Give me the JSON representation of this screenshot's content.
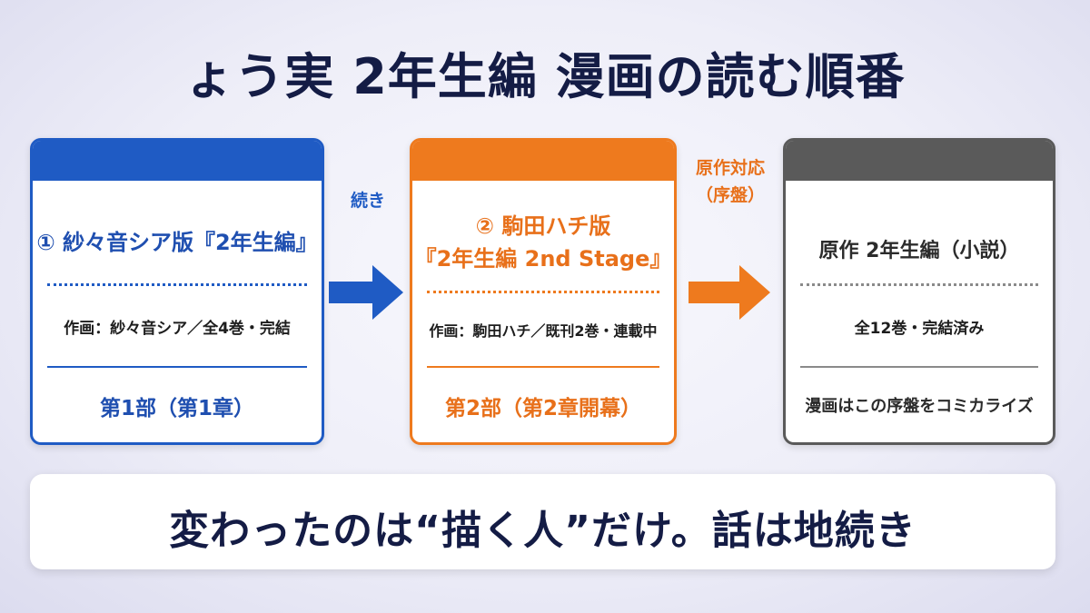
{
  "title": "ょう実 2年生編 漫画の読む順番",
  "cards": [
    {
      "title": "① 紗々音シア版『2年生編』",
      "info": "作画：紗々音シア／全4巻・完結",
      "footer": "第1部（第1章）",
      "color": "#1f5bc4"
    },
    {
      "title_line1": "② 駒田ハチ版",
      "title_line2": "『2年生編 2nd Stage』",
      "info": "作画：駒田ハチ／既刊2巻・連載中",
      "footer": "第2部（第2章開幕）",
      "color": "#ee7a1e"
    },
    {
      "title": "原作 2年生編（小説）",
      "info": "全12巻・完結済み",
      "footer": "漫画はこの序盤をコミカライズ",
      "color": "#5a5a5a"
    }
  ],
  "arrows": [
    {
      "label": "続き",
      "color": "#1f5bc4"
    },
    {
      "label_line1": "原作対応",
      "label_line2": "（序盤）",
      "color": "#ee7a1e"
    }
  ],
  "banner": "変わったのは“描く人”だけ。話は地続き"
}
